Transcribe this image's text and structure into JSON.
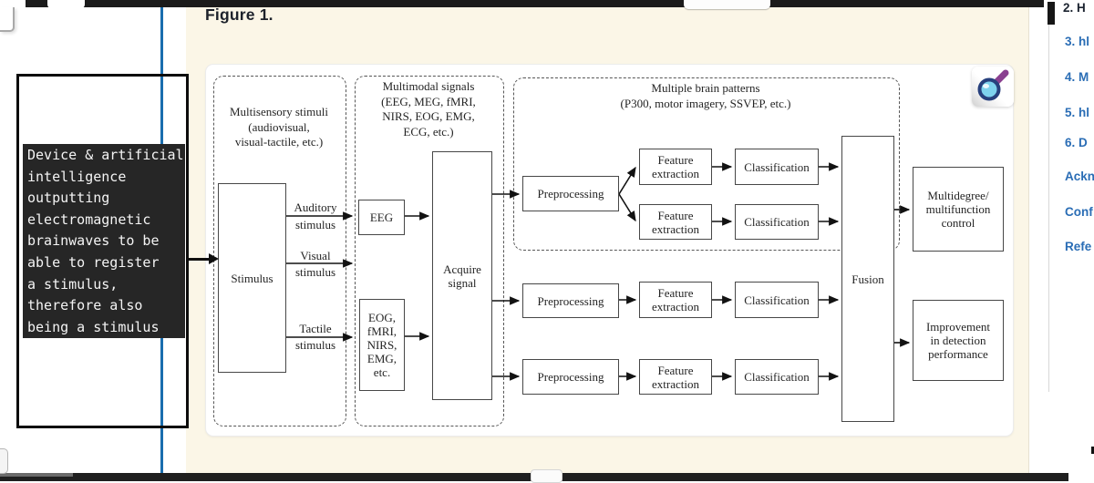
{
  "header": {
    "figure_title": "Figure 1."
  },
  "annotation": {
    "text": "Device & artificial\nintelligence\noutputting\nelectromagnetic\nbrainwaves to be\nable to register\na stimulus,\ntherefore also\nbeing a stimulus"
  },
  "sidebar": {
    "items": [
      {
        "label": "2. H"
      },
      {
        "label": "3. hl"
      },
      {
        "label": "4. M"
      },
      {
        "label": "5. hl"
      },
      {
        "label": "6. D"
      },
      {
        "label": "Ackn"
      },
      {
        "label": "Conf"
      },
      {
        "label": "Refe"
      }
    ]
  },
  "diagram": {
    "groups": {
      "multisensory": "Multisensory stimuli\n(audiovisual,\nvisual-tactile, etc.)",
      "multimodal": "Multimodal signals\n(EEG, MEG, fMRI,\nNIRS, EOG, EMG,\nECG, etc.)",
      "patterns": "Multiple brain patterns\n(P300, motor imagery, SSVEP, etc.)"
    },
    "boxes": {
      "stimulus": "Stimulus",
      "eeg": "EEG",
      "other_signals": "EOG,\nfMRI,\nNIRS,\nEMG,\netc.",
      "acquire": "Acquire\nsignal",
      "preprocessing_1": "Preprocessing",
      "preprocessing_2": "Preprocessing",
      "preprocessing_3": "Preprocessing",
      "feature_1": "Feature\nextraction",
      "feature_2": "Feature\nextraction",
      "feature_3": "Feature\nextraction",
      "feature_4": "Feature\nextraction",
      "classification_1": "Classification",
      "classification_2": "Classification",
      "classification_3": "Classification",
      "classification_4": "Classification",
      "fusion": "Fusion",
      "control": "Multidegree/\nmultifunction\ncontrol",
      "improvement": "Improvement\nin detection\nperformance"
    },
    "edge_labels": {
      "auditory": [
        "Auditory",
        "stimulus"
      ],
      "visual": [
        "Visual",
        "stimulus"
      ],
      "tactile": [
        "Tactile",
        "stimulus"
      ]
    }
  },
  "icons": {
    "magnifier": "magnifier-zoom-icon"
  },
  "colors": {
    "blue_rule": "#1a6dae",
    "link_blue": "#2a6db5",
    "page_cream": "#fbf6e7",
    "annotation_bg": "#262626",
    "bar_dark": "#1b1b1b"
  }
}
